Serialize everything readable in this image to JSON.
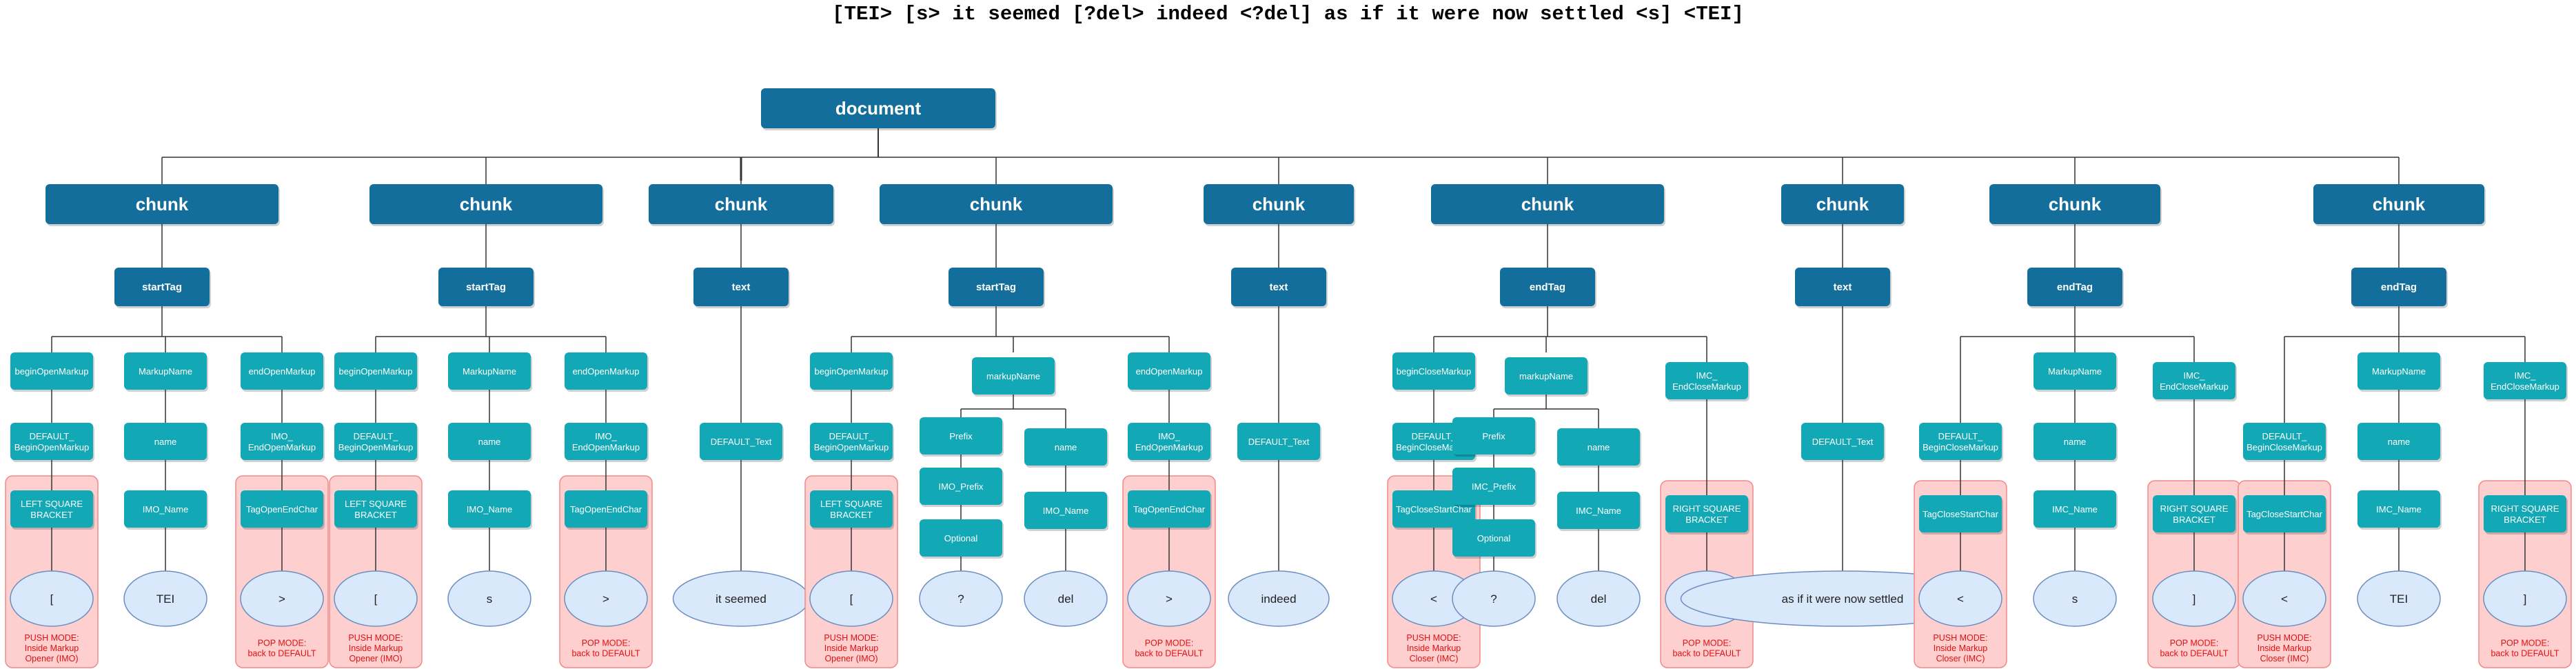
{
  "title": "[TEI> [s> it seemed [?del> indeed <?del] as if it were now settled <s] <TEI]",
  "colors": {
    "dark_node": "#146e9b",
    "teal_node": "#12a8b5",
    "leaf_fill": "#dae8fc",
    "leaf_stroke": "#6c8ebf",
    "mode_fill": "#fdcfcf",
    "mode_stroke": "#f08a8a",
    "mode_text": "#e01010",
    "edge": "#333333"
  },
  "root": "document",
  "chunks": [
    {
      "label": "chunk",
      "child": "startTag",
      "columns": [
        {
          "nodes": [
            "beginOpenMarkup",
            "DEFAULT_\nBeginOpenMarkup",
            "LEFT SQUARE\nBRACKET"
          ],
          "leaf": "[",
          "mode": true
        },
        {
          "nodes": [
            "MarkupName",
            "name",
            "IMO_Name"
          ],
          "leaf": "TEI",
          "mode": false
        },
        {
          "nodes": [
            "endOpenMarkup",
            "IMO_\nEndOpenMarkup",
            "TagOpenEndChar"
          ],
          "leaf": ">",
          "mode": true
        }
      ],
      "mode_labels": [
        "PUSH MODE:\nInside Markup\nOpener (IMO)",
        "",
        "POP MODE:\nback to DEFAULT"
      ]
    },
    {
      "label": "chunk",
      "child": "startTag",
      "columns": [
        {
          "nodes": [
            "beginOpenMarkup",
            "DEFAULT_\nBeginOpenMarkup",
            "LEFT SQUARE\nBRACKET"
          ],
          "leaf": "[",
          "mode": true
        },
        {
          "nodes": [
            "MarkupName",
            "name",
            "IMO_Name"
          ],
          "leaf": "s",
          "mode": false
        },
        {
          "nodes": [
            "endOpenMarkup",
            "IMO_\nEndOpenMarkup",
            "TagOpenEndChar"
          ],
          "leaf": ">",
          "mode": true
        }
      ],
      "mode_labels": [
        "PUSH MODE:\nInside Markup\nOpener (IMO)",
        "",
        "POP MODE:\nback to DEFAULT"
      ]
    },
    {
      "label": "chunk",
      "child": "text",
      "columns": [
        {
          "nodes": [
            "DEFAULT_Text"
          ],
          "leaf": "it seemed",
          "mode": false
        }
      ],
      "mode_labels": [
        ""
      ]
    },
    {
      "label": "chunk",
      "child": "startTag",
      "columns": [
        {
          "nodes": [
            "beginOpenMarkup",
            "DEFAULT_\nBeginOpenMarkup",
            "LEFT SQUARE\nBRACKET"
          ],
          "leaf": "[",
          "mode": true
        },
        {
          "nodes": [
            "markupName"
          ],
          "sub": [
            {
              "nodes": [
                "Prefix",
                "IMO_Prefix",
                "Optional"
              ],
              "leaf": "?"
            },
            {
              "nodes": [
                "name",
                "IMO_Name"
              ],
              "leaf": "del"
            }
          ]
        },
        {
          "nodes": [
            "endOpenMarkup",
            "IMO_\nEndOpenMarkup",
            "TagOpenEndChar"
          ],
          "leaf": ">",
          "mode": true
        }
      ],
      "mode_labels": [
        "PUSH MODE:\nInside Markup\nOpener (IMO)",
        "",
        "POP MODE:\nback to DEFAULT"
      ]
    },
    {
      "label": "chunk",
      "child": "text",
      "columns": [
        {
          "nodes": [
            "DEFAULT_Text"
          ],
          "leaf": "indeed",
          "mode": false
        }
      ],
      "mode_labels": [
        ""
      ]
    },
    {
      "label": "chunk",
      "child": "endTag",
      "columns": [
        {
          "nodes": [
            "beginCloseMarkup",
            "DEFAULT_\nBeginCloseMarkup",
            "TagCloseStartChar"
          ],
          "leaf": "<",
          "mode": true
        },
        {
          "nodes": [
            "markupName"
          ],
          "sub": [
            {
              "nodes": [
                "Prefix",
                "IMC_Prefix",
                "Optional"
              ],
              "leaf": "?"
            },
            {
              "nodes": [
                "name",
                "IMC_Name"
              ],
              "leaf": "del"
            }
          ]
        },
        {
          "nodes": [
            "IMC_\nEndCloseMarkup",
            "RIGHT SQUARE\nBRACKET"
          ],
          "leaf": "]",
          "mode": true
        }
      ],
      "mode_labels": [
        "PUSH MODE:\nInside Markup\nCloser (IMC)",
        "",
        "POP MODE:\nback to DEFAULT"
      ]
    },
    {
      "label": "chunk",
      "child": "text",
      "columns": [
        {
          "nodes": [
            "DEFAULT_Text"
          ],
          "leaf": "as if it were now settled",
          "mode": false
        }
      ],
      "mode_labels": [
        ""
      ]
    },
    {
      "label": "chunk",
      "child": "endTag",
      "columns": [
        {
          "nodes": [
            "DEFAULT_\nBeginCloseMarkup",
            "TagCloseStartChar"
          ],
          "leaf": "<",
          "mode": true
        },
        {
          "nodes": [
            "MarkupName",
            "name",
            "IMC_Name"
          ],
          "leaf": "s",
          "mode": false
        },
        {
          "nodes": [
            "IMC_\nEndCloseMarkup",
            "RIGHT SQUARE\nBRACKET"
          ],
          "leaf": "]",
          "mode": true
        }
      ],
      "mode_labels": [
        "PUSH MODE:\nInside Markup\nCloser (IMC)",
        "",
        "POP MODE:\nback to DEFAULT"
      ]
    },
    {
      "label": "chunk",
      "child": "endTag",
      "columns": [
        {
          "nodes": [
            "DEFAULT_\nBeginCloseMarkup",
            "TagCloseStartChar"
          ],
          "leaf": "<",
          "mode": true
        },
        {
          "nodes": [
            "MarkupName",
            "name",
            "IMC_Name"
          ],
          "leaf": "TEI",
          "mode": false
        },
        {
          "nodes": [
            "IMC_\nEndCloseMarkup",
            "RIGHT SQUARE\nBRACKET"
          ],
          "leaf": "]",
          "mode": true
        }
      ],
      "mode_labels": [
        "PUSH MODE:\nInside Markup\nCloser (IMC)",
        "",
        "POP MODE:\nback to DEFAULT"
      ]
    }
  ]
}
